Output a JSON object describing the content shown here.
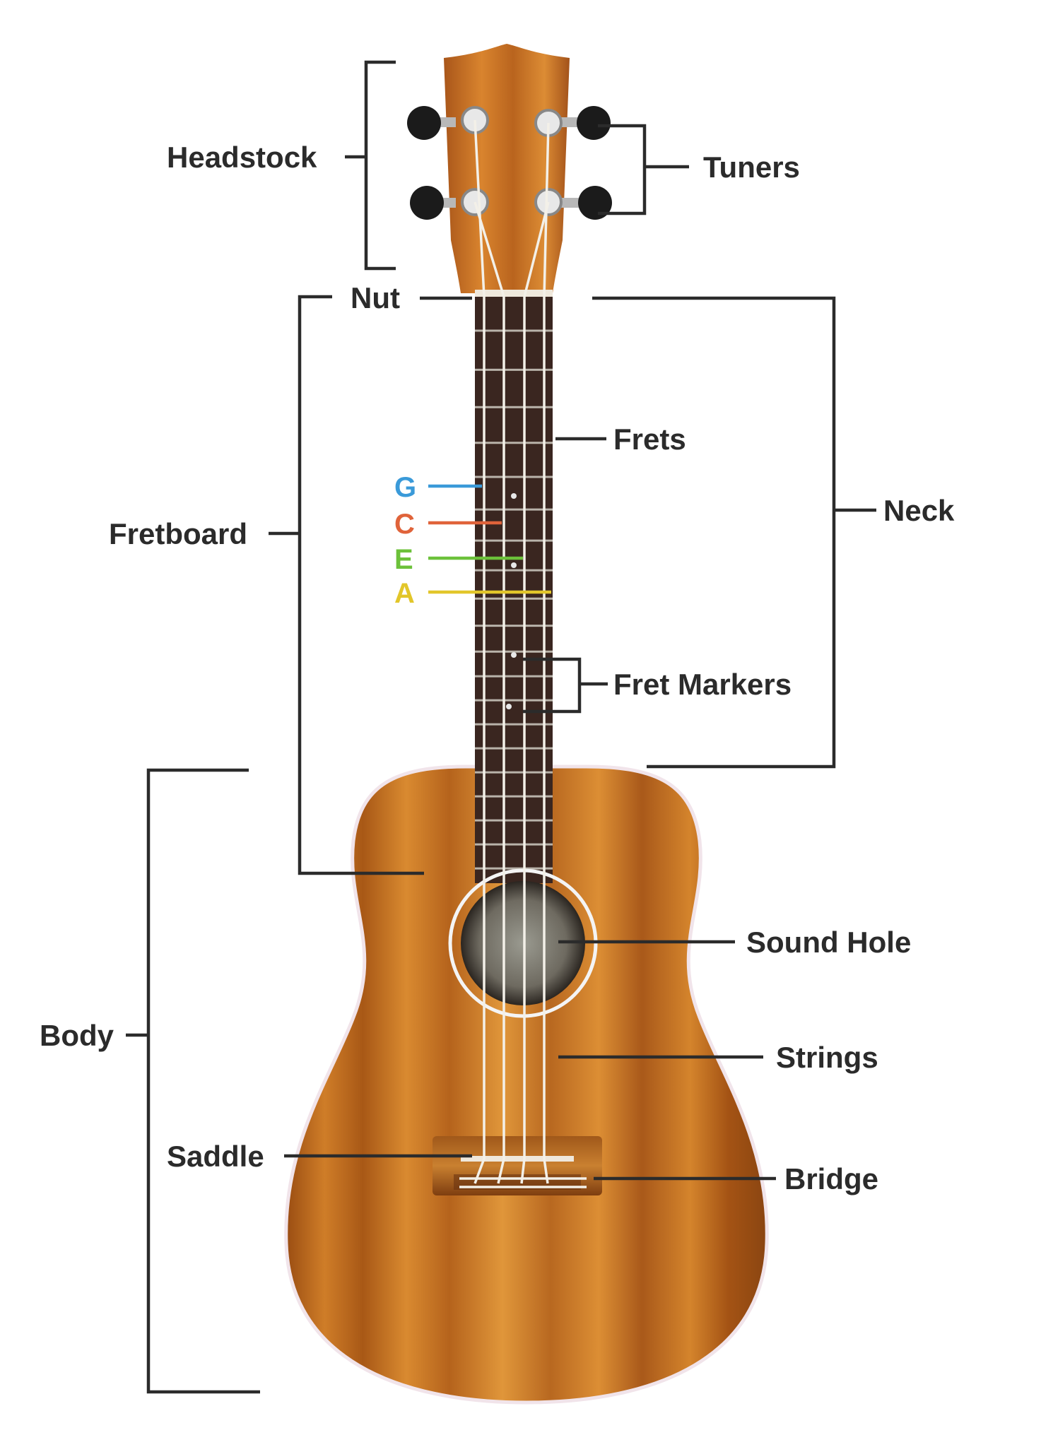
{
  "labels": {
    "headstock": "Headstock",
    "tuners": "Tuners",
    "nut": "Nut",
    "frets": "Frets",
    "fretboard": "Fretboard",
    "neck": "Neck",
    "fret_markers": "Fret Markers",
    "body": "Body",
    "sound_hole": "Sound Hole",
    "strings": "Strings",
    "saddle": "Saddle",
    "bridge": "Bridge"
  },
  "string_names": [
    {
      "letter": "G",
      "color": "#3a9ad9"
    },
    {
      "letter": "C",
      "color": "#e0633a"
    },
    {
      "letter": "E",
      "color": "#6cc13a"
    },
    {
      "letter": "A",
      "color": "#e2c62a"
    }
  ],
  "colors": {
    "wood_light": "#d9892f",
    "wood_dark": "#8a4511",
    "fretboard": "#3a2620",
    "label_text": "#2b2b2b"
  }
}
